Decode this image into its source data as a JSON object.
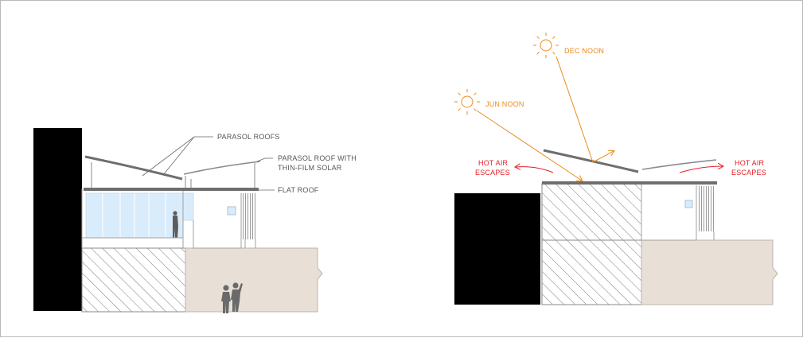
{
  "left_section": {
    "labels": {
      "parasol_roofs": "PARASOL ROOFS",
      "parasol_roof_solar_line1": "PARASOL ROOF WITH",
      "parasol_roof_solar_line2": "THIN-FILM SOLAR",
      "flat_roof": "FLAT ROOF"
    }
  },
  "right_section": {
    "labels": {
      "dec_noon": "DEC NOON",
      "jun_noon": "JUN NOON",
      "hot_air_left_line1": "HOT AIR",
      "hot_air_left_line2": "ESCAPES",
      "hot_air_right_line1": "HOT AIR",
      "hot_air_right_line2": "ESCAPES"
    }
  },
  "colors": {
    "sun": "#ee8a1a",
    "hot_air": "#e31e24",
    "roof": "#6e6e6e",
    "ground": "#e8e0d6",
    "glass": "#d9ecfc",
    "mass": "#000000"
  }
}
